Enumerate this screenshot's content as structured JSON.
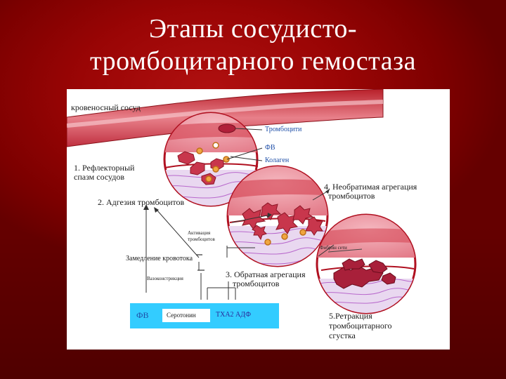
{
  "slide": {
    "title_line1": "Этапы сосудисто-",
    "title_line2": "тромбоцитарного гемостаза"
  },
  "figure": {
    "vessel_label": "кровеносный сосуд",
    "legend": {
      "platelets": "Тромбоцити",
      "vwf": "ФВ",
      "collagen": "Колаген"
    },
    "stages": {
      "s1_line1": "1. Рефлекторный",
      "s1_line2": "спазм сосудов",
      "s2": "2. Адгезия тромбоцитов",
      "s3_line1": "3. Обратная агрегация",
      "s3_line2": "тромбоцитов",
      "s4_line1": "4. Необратимая агрегация",
      "s4_line2": "тромбоцитов",
      "s5_line1": "5.Ретракция",
      "s5_line2": "тромбоцитарного",
      "s5_line3": "сгустка"
    },
    "flow": {
      "activation_line1": "Активация",
      "activation_line2": "тромбоцитов",
      "slowing": "Замедление кровотока",
      "vasoconstriction": "Вазоконстрикция",
      "fibrin": "Фибрин сети"
    },
    "bar": {
      "fv": "ФВ",
      "serotonin": "Серотонин",
      "txa2_adp": "ТХА2 АДФ"
    }
  }
}
